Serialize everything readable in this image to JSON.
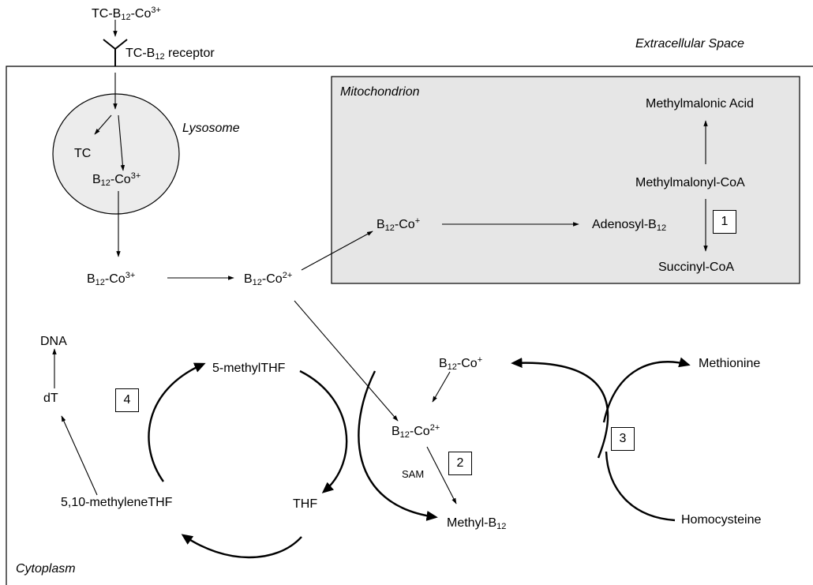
{
  "regions": {
    "extracellular": "Extracellular Space",
    "cytoplasm": "Cytoplasm",
    "lysosome": "Lysosome",
    "mitochondrion": "Mitochondrion"
  },
  "labels": {
    "tc_b12_co3": [
      "TC-B",
      "12",
      "-Co",
      "3+"
    ],
    "receptor": [
      "TC-B",
      "12",
      " receptor"
    ],
    "tc": "TC",
    "lys_b12_co3": [
      "B",
      "12",
      "-Co",
      "3+"
    ],
    "cyto_b12_co3": [
      "B",
      "12",
      "-Co",
      "3+"
    ],
    "cyto_b12_co2": [
      "B",
      "12",
      "-Co",
      "2+"
    ],
    "mito_b12_co1": [
      "B",
      "12",
      "-Co",
      "+"
    ],
    "adenosyl_b12": [
      "Adenosyl-B",
      "12"
    ],
    "methylmalonic_acid": "Methylmalonic Acid",
    "methylmalonyl_coa": "Methylmalonyl-CoA",
    "succinyl_coa": "Succinyl-CoA",
    "dna": "DNA",
    "dt": "dT",
    "methyl_thf": "5-methylTHF",
    "methylene_thf": "5,10-methyleneTHF",
    "thf": "THF",
    "cycle_b12_co1": [
      "B",
      "12",
      "-Co",
      "+"
    ],
    "cycle_b12_co2": [
      "B",
      "12",
      "-Co",
      "2+"
    ],
    "sam": "SAM",
    "methyl_b12": [
      "Methyl-B",
      "12"
    ],
    "methionine": "Methionine",
    "homocysteine": "Homocysteine"
  },
  "step_numbers": [
    "1",
    "2",
    "3",
    "4"
  ],
  "colors": {
    "mitochondrion_fill": "#e6e6e6",
    "lysosome_fill": "#ececec",
    "stroke": "#000000"
  }
}
